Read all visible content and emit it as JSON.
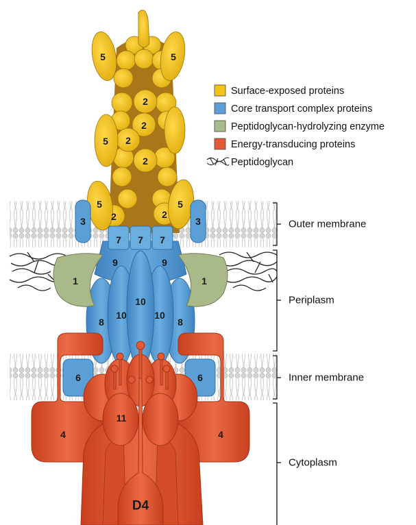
{
  "colors": {
    "surface": "#f2c319",
    "surface_dark": "#b8860b",
    "core": "#5b9fd6",
    "core_dark": "#2f6fa8",
    "enzyme": "#a9b98a",
    "energy": "#e25a35",
    "energy_dark": "#b83a1c",
    "membrane": "#cfcfcf"
  },
  "legend": {
    "surface": "Surface-exposed proteins",
    "core": "Core transport complex proteins",
    "enzyme": "Peptidoglycan-hydrolyzing enzyme",
    "energy": "Energy-transducing proteins",
    "peptidoglycan": "Peptidoglycan"
  },
  "regions": {
    "outer_membrane": "Outer membrane",
    "periplasm": "Periplasm",
    "inner_membrane": "Inner membrane",
    "cytoplasm": "Cytoplasm"
  },
  "protein_labels": {
    "p1": "1",
    "p2": "2",
    "p3": "3",
    "p4": "4",
    "p5": "5",
    "p6": "6",
    "p7": "7",
    "p8": "8",
    "p9": "9",
    "p10": "10",
    "p11": "11",
    "d4": "D4"
  },
  "icons": {
    "peptidoglycan": "peptidoglycan-strands-icon"
  }
}
